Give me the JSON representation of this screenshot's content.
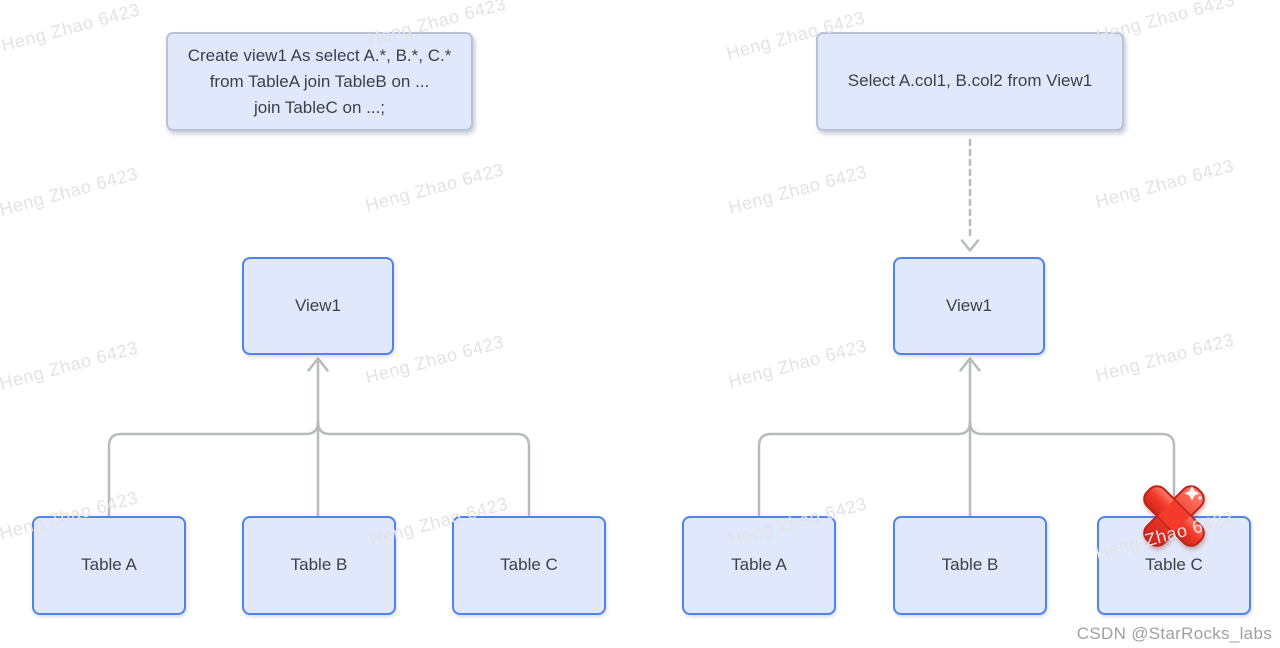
{
  "watermark": {
    "text": "Heng Zhao 6423",
    "color": "#e3e3e6"
  },
  "credit": {
    "text": "CSDN @StarRocks_labs",
    "color": "#a0a0a0"
  },
  "colors": {
    "box_fill": "#e2e8fb",
    "box_border_blue": "#4f83ee",
    "box_border_gray": "#b9c2d8",
    "connector_gray": "#b7babf",
    "text_dark": "#3c4148",
    "cross_red": "#ee3124"
  },
  "left_diagram": {
    "sql_box_lines": [
      "Create view1 As select A.*, B.*, C.*",
      "from TableA join TableB on ...",
      "join TableC on ...;"
    ],
    "view_label": "View1",
    "tables": [
      {
        "label": "Table A"
      },
      {
        "label": "Table B"
      },
      {
        "label": "Table C"
      }
    ]
  },
  "right_diagram": {
    "query_label": "Select A.col1, B.col2 from View1",
    "view_label": "View1",
    "tables": [
      {
        "label": "Table A"
      },
      {
        "label": "Table B"
      },
      {
        "label": "Table C"
      }
    ]
  }
}
